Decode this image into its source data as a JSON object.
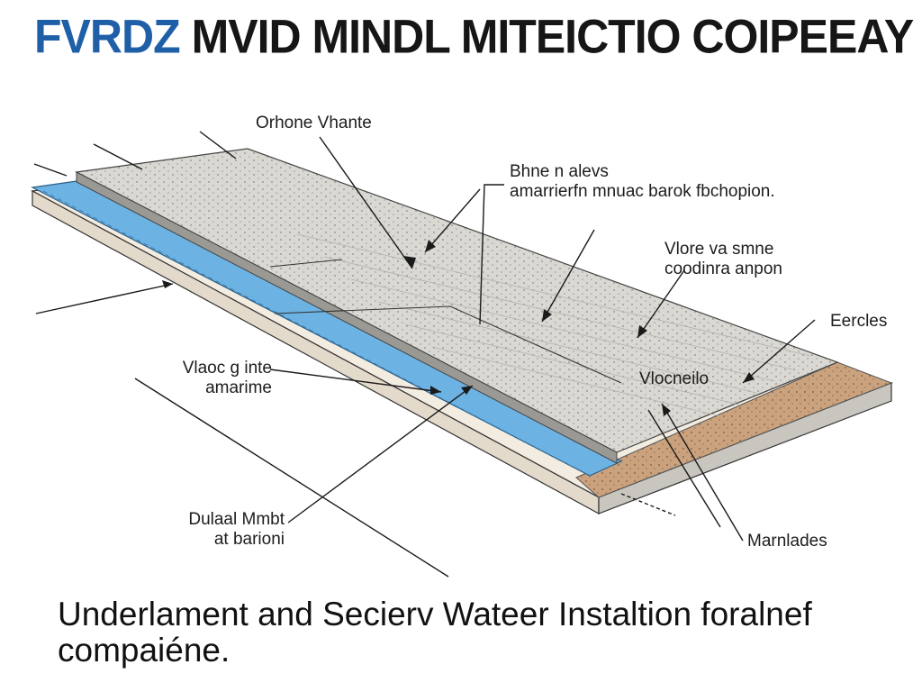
{
  "title": {
    "brand": "FVRDZ",
    "rest": "MVID MINDL MITEICTIO COIPEEAY"
  },
  "labels": {
    "top_center": "Orhone Vhante",
    "upper_right_line1": "Bhne n alevs",
    "upper_right_line2": "amarrierfn mnuac barok fbchopion.",
    "middle_right_line1": "Vlore va smne",
    "middle_right_line2": "coodinra anpon",
    "far_right": "Eercles",
    "left_middle_line1": "Vlaoc g inte",
    "left_middle_line2": "amarime",
    "center_lower": "Vlocneilo",
    "left_lower_line1": "Dulaal Mmbt",
    "left_lower_line2": "at barioni",
    "bottom_right": "Marnlades"
  },
  "caption": "Underlament and  Secierv Wateer Instaltion foralnef compaiéne.",
  "colors": {
    "brand": "#1f5fa8",
    "membrane": "#6cb2e2",
    "shingle": "#d8d6d1",
    "deck": "#f1eadf",
    "clay": "#c9a17d",
    "line": "#1a1a1a"
  }
}
